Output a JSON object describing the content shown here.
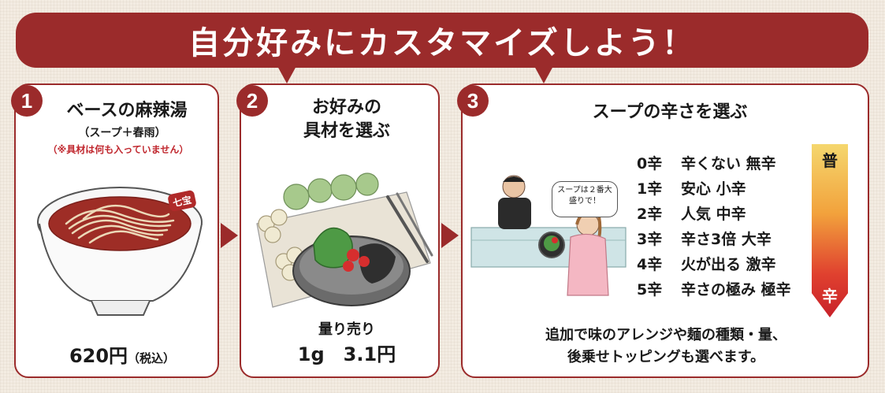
{
  "banner": {
    "title": "自分好みにカスタマイズしよう！"
  },
  "steps": [
    {
      "number": "1",
      "title": "ベースの麻辣湯",
      "subtitle": "（スープ＋春雨）",
      "note": "（※具材は何も入っていません）",
      "price": "620円",
      "price_tax": "（税込）",
      "bowl_badge": "七宝"
    },
    {
      "number": "2",
      "title_line1": "お好みの",
      "title_line2": "具材を選ぶ",
      "caption": "量り売り",
      "price": "1g　3.1円"
    },
    {
      "number": "3",
      "title": "スープの辛さを選ぶ",
      "speech": "スープは２番大盛りで！",
      "spice_levels": [
        {
          "level": "0辛",
          "label": "辛くない 無辛"
        },
        {
          "level": "1辛",
          "label": "安心 小辛"
        },
        {
          "level": "2辛",
          "label": "人気 中辛"
        },
        {
          "level": "3辛",
          "label": "辛さ3倍 大辛"
        },
        {
          "level": "4辛",
          "label": "火が出る 激辛"
        },
        {
          "level": "5辛",
          "label": "辛さの極み 極辛"
        }
      ],
      "gauge_top": "普",
      "gauge_bottom": "辛",
      "footer_line1": "追加で味のアレンジや麺の種類・量、",
      "footer_line2": "後乗せトッピングも選べます。"
    }
  ],
  "colors": {
    "brand": "#9b2b2b",
    "note": "#c0262d"
  }
}
